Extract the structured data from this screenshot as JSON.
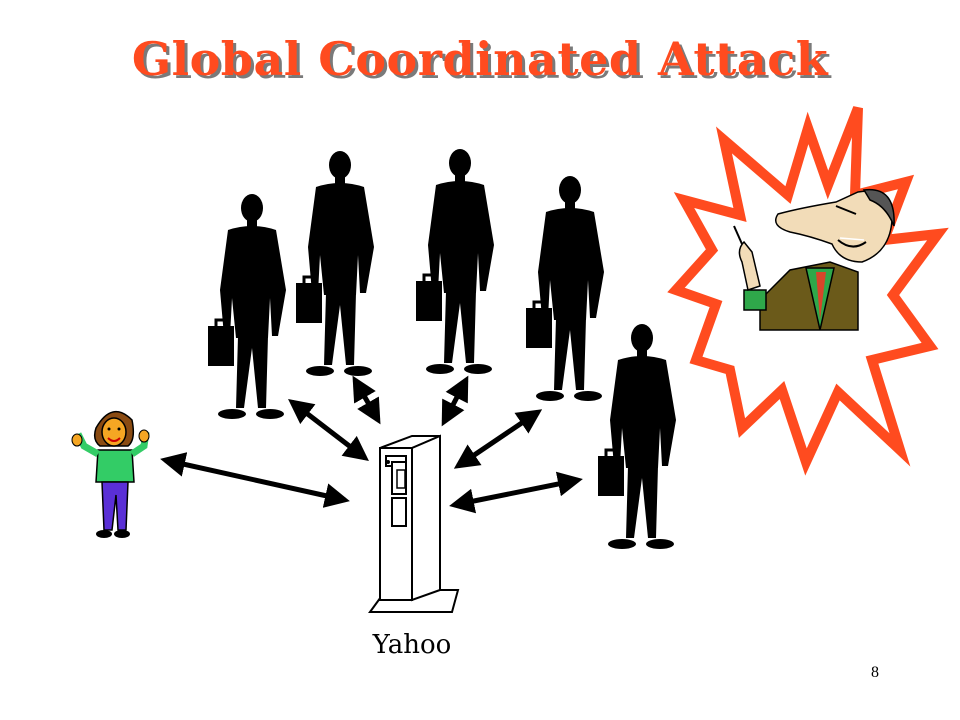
{
  "slide": {
    "title": "Global Coordinated Attack",
    "server_label": "Yahoo",
    "page_number": "8"
  },
  "colors": {
    "title": "#ff4b1f",
    "title_shadow": "#7a7a7a",
    "burst": "#ff4b1f",
    "silhouette": "#000000"
  },
  "icons": [
    "businessman-silhouette-icon",
    "victim-user-icon",
    "server-tower-icon",
    "attacker-villain-icon",
    "starburst-icon",
    "double-arrow-icon"
  ]
}
